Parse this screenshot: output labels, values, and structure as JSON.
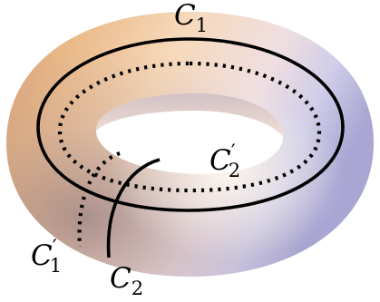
{
  "figure": {
    "colors": {
      "surface_warm": "#e8b88c",
      "surface_cool": "#b8b8de",
      "surface_highlight": "#fbf3ea",
      "surface_shadow": "#9a8290",
      "curve": "#000000",
      "background": "#ffffff"
    },
    "labels": {
      "c1": "C",
      "c1_sub": "1",
      "c1_prime": "C",
      "c1_prime_sub": "1",
      "c1_prime_mark": "′",
      "c2": "C",
      "c2_sub": "2",
      "c2_prime": "C",
      "c2_prime_sub": "2",
      "c2_prime_mark": "′"
    }
  }
}
